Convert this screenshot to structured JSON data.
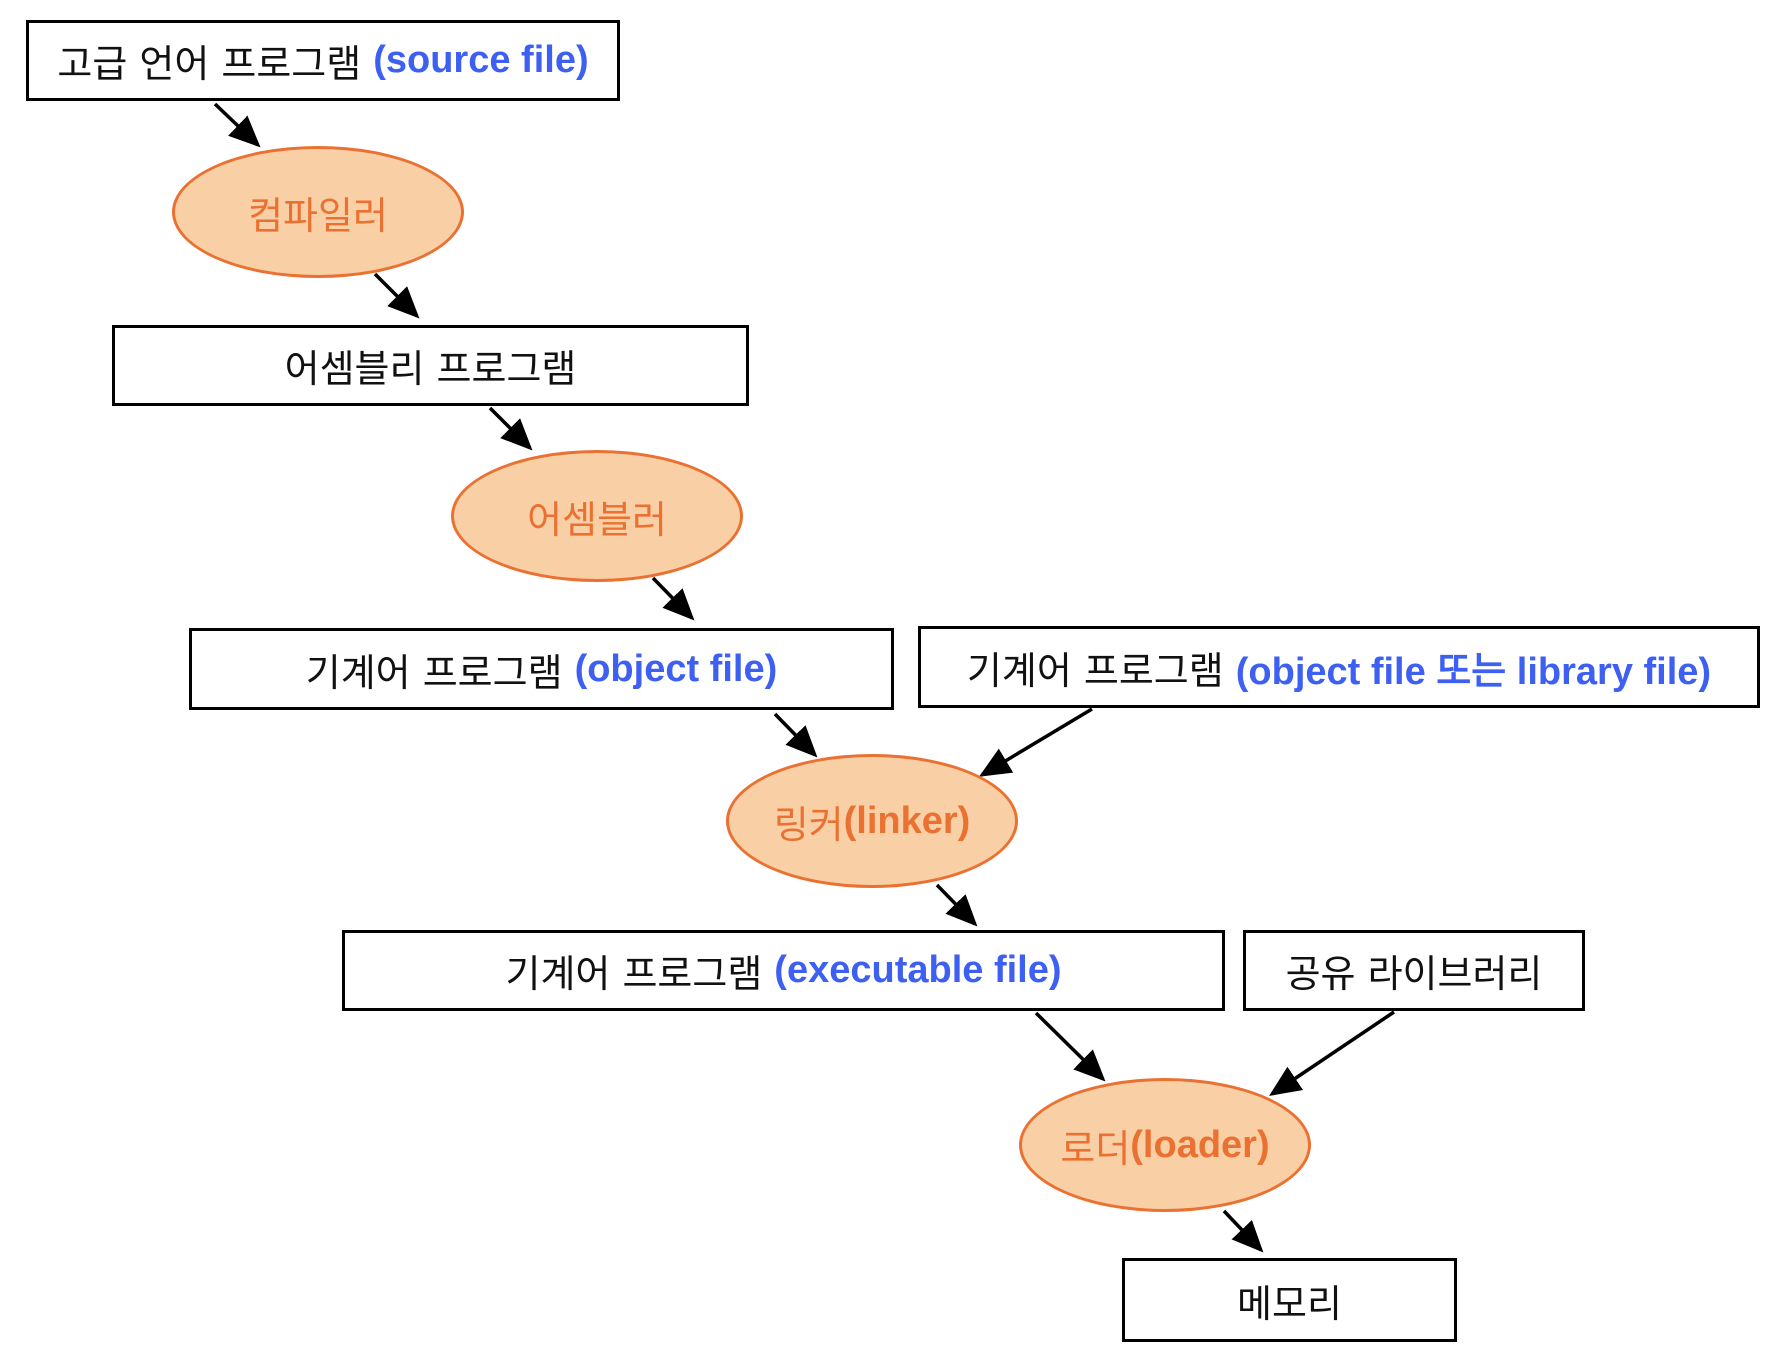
{
  "boxes": {
    "source": {
      "label": "고급 언어 프로그램",
      "note": "(source file)"
    },
    "assembly": {
      "label": "어셈블리 프로그램"
    },
    "object": {
      "label": "기계어 프로그램",
      "note": "(object file)"
    },
    "library": {
      "label": "기계어 프로그램",
      "note": "(object file 또는 library file)"
    },
    "executable": {
      "label": "기계어 프로그램",
      "note": "(executable file)"
    },
    "shared_lib": {
      "label": "공유 라이브러리"
    },
    "memory": {
      "label": "메모리"
    }
  },
  "processors": {
    "compiler": {
      "label": "컴파일러"
    },
    "assembler": {
      "label": "어셈블러"
    },
    "linker": {
      "label": "링커",
      "note": "(linker)"
    },
    "loader": {
      "label": "로더",
      "note": "(loader)"
    }
  },
  "colors": {
    "box_border": "#000000",
    "note_text": "#3d5ff2",
    "processor_fill": "#f9cfa5",
    "processor_border": "#ea7131",
    "processor_text": "#ea7131",
    "arrow": "#000000"
  }
}
